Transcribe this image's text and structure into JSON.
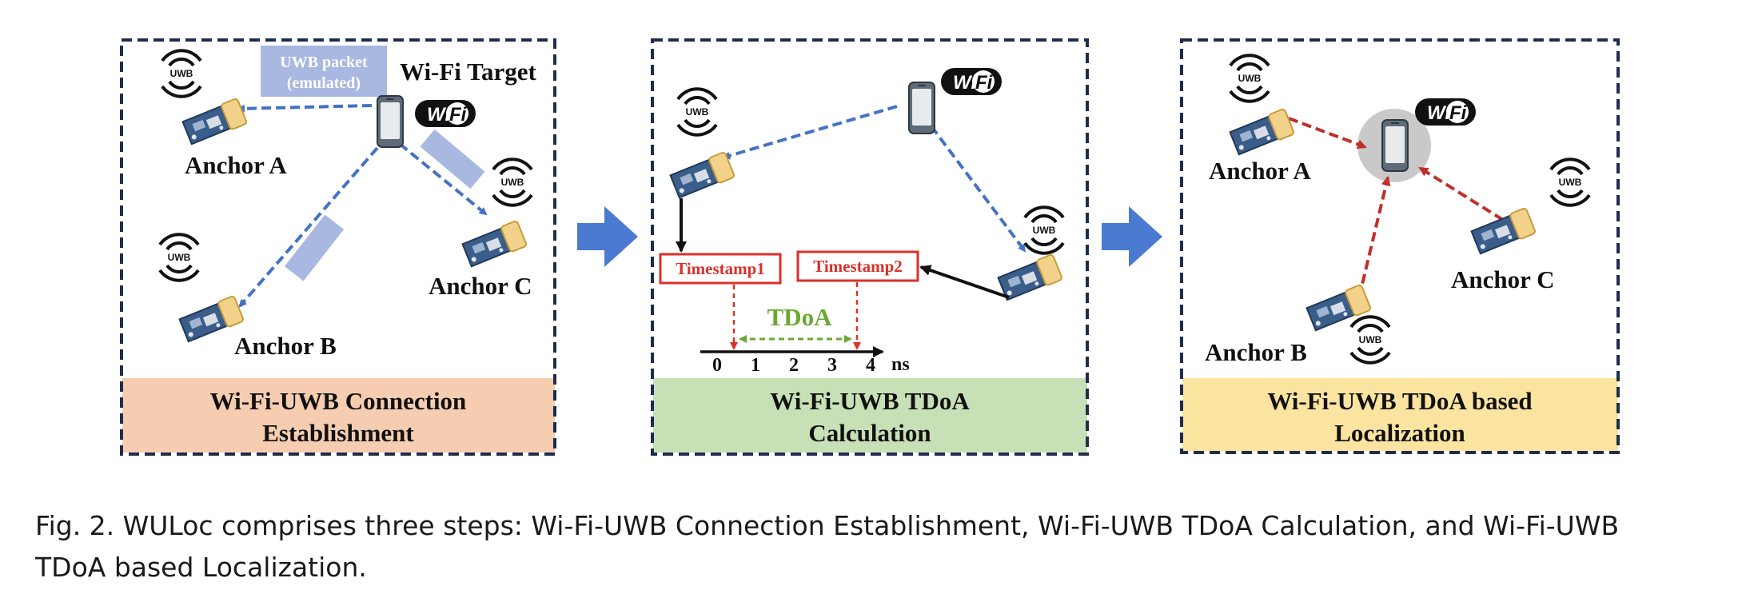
{
  "panels": [
    {
      "title_line1": "Wi-Fi-UWB Connection",
      "title_line2": "Establishment",
      "fill": "#f6cdb0",
      "target_label": "Wi-Fi Target",
      "packet_line1": "UWB packet",
      "packet_line2": "(emulated)",
      "anchor_a": "Anchor A",
      "anchor_b": "Anchor B",
      "anchor_c": "Anchor C"
    },
    {
      "title_line1": "Wi-Fi-UWB TDoA",
      "title_line2": "Calculation",
      "fill": "#c7e0b6",
      "timestamp1": "Timestamp1",
      "timestamp2": "Timestamp2",
      "tdoa": "TDoA",
      "axis_ticks": [
        "0",
        "1",
        "2",
        "3",
        "4"
      ],
      "axis_unit": "ns"
    },
    {
      "title_line1": "Wi-Fi-UWB TDoA based",
      "title_line2": "Localization",
      "fill": "#fbe3a0",
      "anchor_a": "Anchor A",
      "anchor_b": "Anchor B",
      "anchor_c": "Anchor C"
    }
  ],
  "icons": {
    "uwb_badge": "UWB",
    "wifi_badge": "Wi Fi"
  },
  "colors": {
    "panel_border": "#1f2d4d",
    "blue_link": "#4472c4",
    "red_link": "#c0302a",
    "step_arrow": "#4a7bd0",
    "packet_box": "#a9b8e0",
    "timestamp_red": "#d9312a",
    "tdoa_green": "#6aa832"
  },
  "caption": {
    "line1": "Fig. 2.  WULoc comprises three steps: Wi-Fi-UWB Connection Establishment, Wi-Fi-UWB TDoA Calculation, and Wi-Fi-UWB",
    "line2": "TDoA based Localization."
  }
}
